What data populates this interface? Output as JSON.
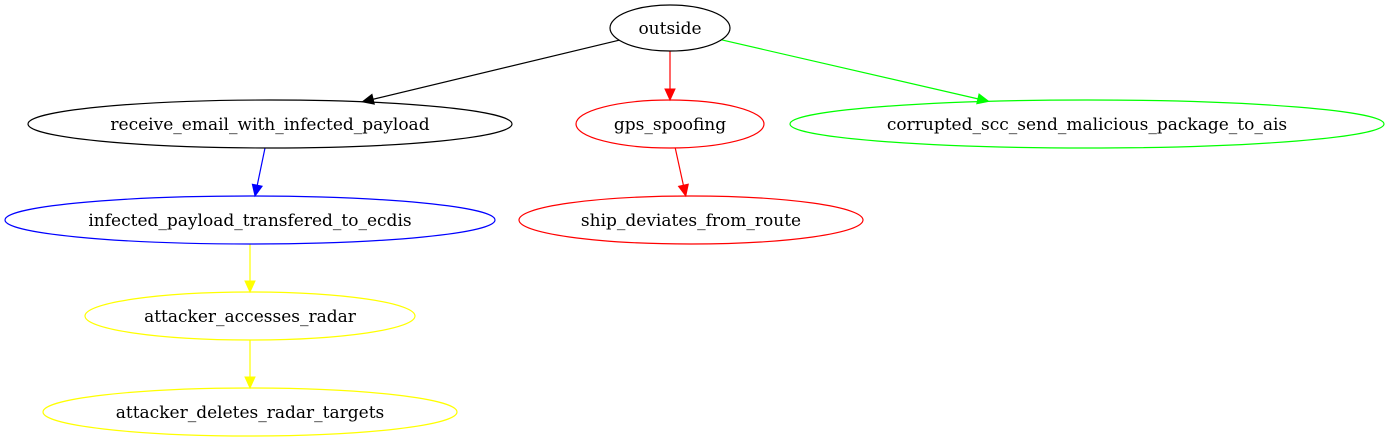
{
  "nodes": [
    {
      "id": "outside",
      "label": "outside",
      "color": "#000000"
    },
    {
      "id": "receive_email",
      "label": "receive_email_with_infected_payload",
      "color": "#000000"
    },
    {
      "id": "gps_spoofing",
      "label": "gps_spoofing",
      "color": "#ff0000"
    },
    {
      "id": "corrupted_scc",
      "label": "corrupted_scc_send_malicious_package_to_ais",
      "color": "#00ff00"
    },
    {
      "id": "infected_payload",
      "label": "infected_payload_transfered_to_ecdis",
      "color": "#0000ff"
    },
    {
      "id": "ship_deviates",
      "label": "ship_deviates_from_route",
      "color": "#ff0000"
    },
    {
      "id": "attacker_radar",
      "label": "attacker_accesses_radar",
      "color": "#ffff00"
    },
    {
      "id": "attacker_deletes",
      "label": "attacker_deletes_radar_targets",
      "color": "#ffff00"
    }
  ],
  "edges": [
    {
      "from": "outside",
      "to": "receive_email",
      "color": "#000000"
    },
    {
      "from": "outside",
      "to": "gps_spoofing",
      "color": "#ff0000"
    },
    {
      "from": "outside",
      "to": "corrupted_scc",
      "color": "#00ff00"
    },
    {
      "from": "receive_email",
      "to": "infected_payload",
      "color": "#0000ff"
    },
    {
      "from": "gps_spoofing",
      "to": "ship_deviates",
      "color": "#ff0000"
    },
    {
      "from": "infected_payload",
      "to": "attacker_radar",
      "color": "#ffff00"
    },
    {
      "from": "attacker_radar",
      "to": "attacker_deletes",
      "color": "#ffff00"
    }
  ]
}
